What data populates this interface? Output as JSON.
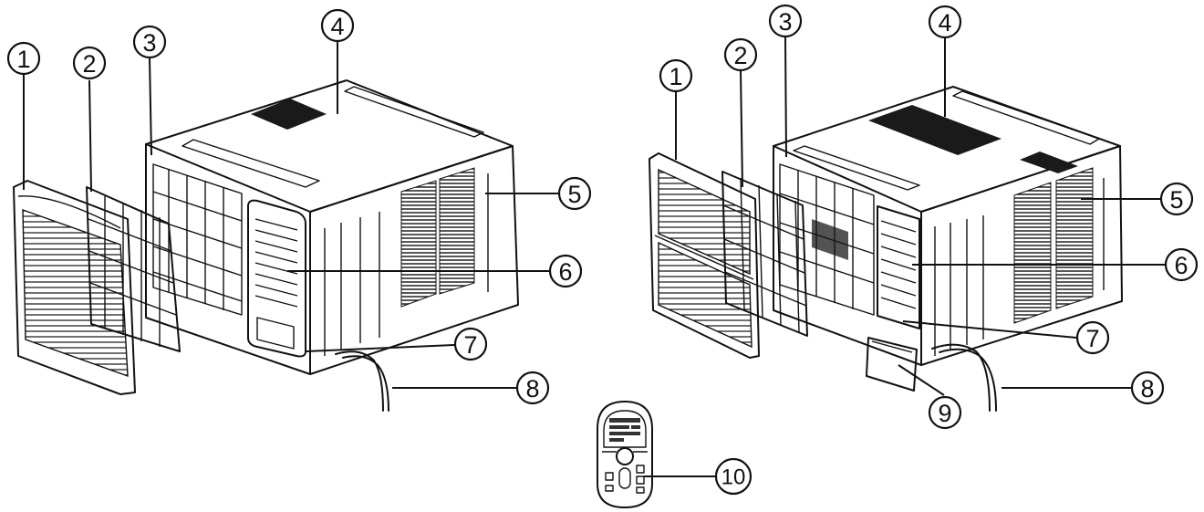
{
  "left_unit": {
    "callouts": [
      {
        "label": "1"
      },
      {
        "label": "2"
      },
      {
        "label": "3"
      },
      {
        "label": "4"
      },
      {
        "label": "5"
      },
      {
        "label": "6"
      },
      {
        "label": "7"
      },
      {
        "label": "8"
      }
    ]
  },
  "right_unit": {
    "callouts": [
      {
        "label": "1"
      },
      {
        "label": "2"
      },
      {
        "label": "3"
      },
      {
        "label": "4"
      },
      {
        "label": "5"
      },
      {
        "label": "6"
      },
      {
        "label": "7"
      },
      {
        "label": "8"
      },
      {
        "label": "9"
      }
    ]
  },
  "remote": {
    "callout": {
      "label": "10"
    }
  }
}
